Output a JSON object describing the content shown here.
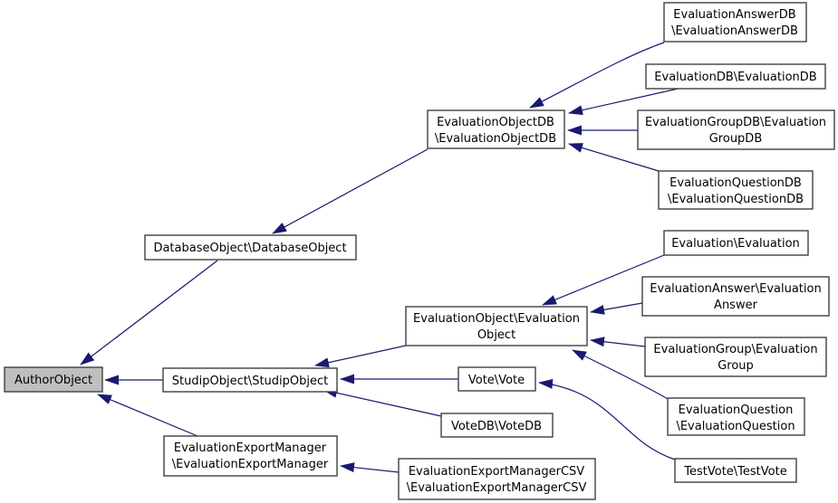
{
  "diagram": {
    "kind": "class-inheritance-graph",
    "colors": {
      "background": "#ffffff",
      "edge": "#191970",
      "node_border": "#404040",
      "node_fill": "#ffffff",
      "highlighted_node_fill": "#bfbfbf",
      "text": "#000000"
    },
    "nodes": {
      "author_object": {
        "lines": [
          "AuthorObject"
        ],
        "highlighted": true
      },
      "database_object": {
        "lines": [
          "DatabaseObject\\DatabaseObject"
        ],
        "highlighted": false
      },
      "studip_object": {
        "lines": [
          "StudipObject\\StudipObject"
        ],
        "highlighted": false
      },
      "evaluation_export_manager": {
        "lines": [
          "EvaluationExportManager",
          "\\EvaluationExportManager"
        ],
        "highlighted": false
      },
      "evaluation_object_db": {
        "lines": [
          "EvaluationObjectDB",
          "\\EvaluationObjectDB"
        ],
        "highlighted": false
      },
      "evaluation_answer_db": {
        "lines": [
          "EvaluationAnswerDB",
          "\\EvaluationAnswerDB"
        ],
        "highlighted": false
      },
      "evaluation_db": {
        "lines": [
          "EvaluationDB\\EvaluationDB"
        ],
        "highlighted": false
      },
      "evaluation_group_db": {
        "lines": [
          "EvaluationGroupDB\\Evaluation",
          "GroupDB"
        ],
        "highlighted": false
      },
      "evaluation_question_db": {
        "lines": [
          "EvaluationQuestionDB",
          "\\EvaluationQuestionDB"
        ],
        "highlighted": false
      },
      "evaluation": {
        "lines": [
          "Evaluation\\Evaluation"
        ],
        "highlighted": false
      },
      "evaluation_answer": {
        "lines": [
          "EvaluationAnswer\\Evaluation",
          "Answer"
        ],
        "highlighted": false
      },
      "evaluation_object": {
        "lines": [
          "EvaluationObject\\Evaluation",
          "Object"
        ],
        "highlighted": false
      },
      "evaluation_group": {
        "lines": [
          "EvaluationGroup\\Evaluation",
          "Group"
        ],
        "highlighted": false
      },
      "vote": {
        "lines": [
          "Vote\\Vote"
        ],
        "highlighted": false
      },
      "vote_db": {
        "lines": [
          "VoteDB\\VoteDB"
        ],
        "highlighted": false
      },
      "evaluation_question": {
        "lines": [
          "EvaluationQuestion",
          "\\EvaluationQuestion"
        ],
        "highlighted": false
      },
      "test_vote": {
        "lines": [
          "TestVote\\TestVote"
        ],
        "highlighted": false
      },
      "evaluation_export_manager_csv": {
        "lines": [
          "EvaluationExportManagerCSV",
          "\\EvaluationExportManagerCSV"
        ],
        "highlighted": false
      }
    },
    "edges": [
      {
        "derived": "database_object",
        "base": "author_object"
      },
      {
        "derived": "studip_object",
        "base": "author_object"
      },
      {
        "derived": "evaluation_export_manager",
        "base": "author_object"
      },
      {
        "derived": "evaluation_object_db",
        "base": "database_object"
      },
      {
        "derived": "evaluation_answer_db",
        "base": "evaluation_object_db"
      },
      {
        "derived": "evaluation_db",
        "base": "evaluation_object_db"
      },
      {
        "derived": "evaluation_group_db",
        "base": "evaluation_object_db"
      },
      {
        "derived": "evaluation_question_db",
        "base": "evaluation_object_db"
      },
      {
        "derived": "evaluation_object",
        "base": "studip_object"
      },
      {
        "derived": "vote",
        "base": "studip_object"
      },
      {
        "derived": "vote_db",
        "base": "studip_object"
      },
      {
        "derived": "evaluation",
        "base": "evaluation_object"
      },
      {
        "derived": "evaluation_answer",
        "base": "evaluation_object"
      },
      {
        "derived": "evaluation_group",
        "base": "evaluation_object"
      },
      {
        "derived": "evaluation_question",
        "base": "evaluation_object"
      },
      {
        "derived": "test_vote",
        "base": "vote"
      },
      {
        "derived": "evaluation_export_manager_csv",
        "base": "evaluation_export_manager"
      }
    ]
  }
}
